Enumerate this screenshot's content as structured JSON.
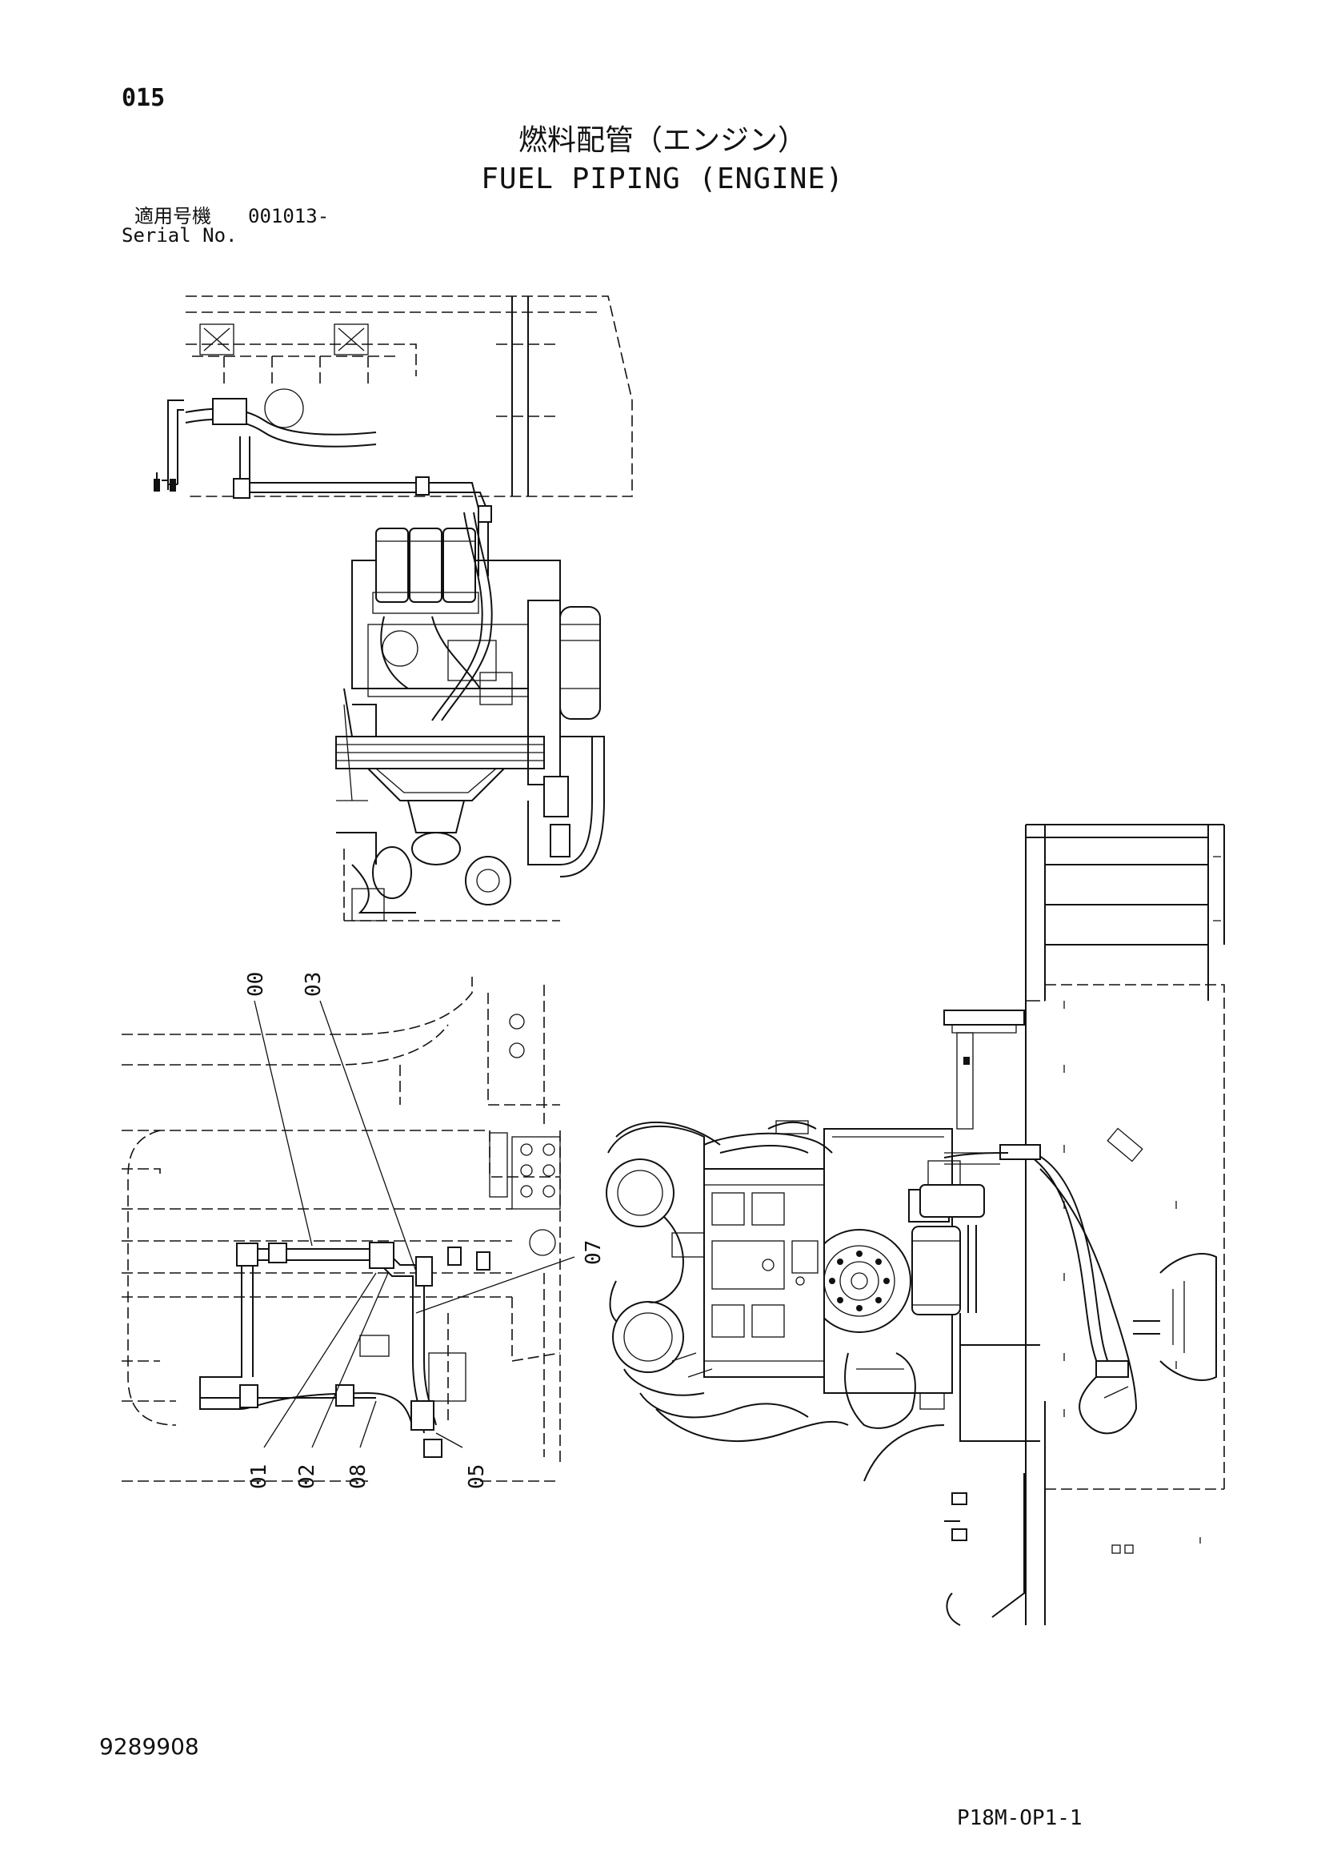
{
  "page": {
    "number": "015",
    "title_ja": "燃料配管（エンジン）",
    "title_en": "FUEL PIPING (ENGINE)",
    "serial_label_ja": "適用号機",
    "serial_range": "001013-",
    "serial_label_en": "Serial No.",
    "document_number": "9289908",
    "sheet_code": "P18M-OP1-1"
  },
  "diagram": {
    "callouts": [
      "00",
      "03",
      "07",
      "01",
      "02",
      "08",
      "05"
    ]
  }
}
